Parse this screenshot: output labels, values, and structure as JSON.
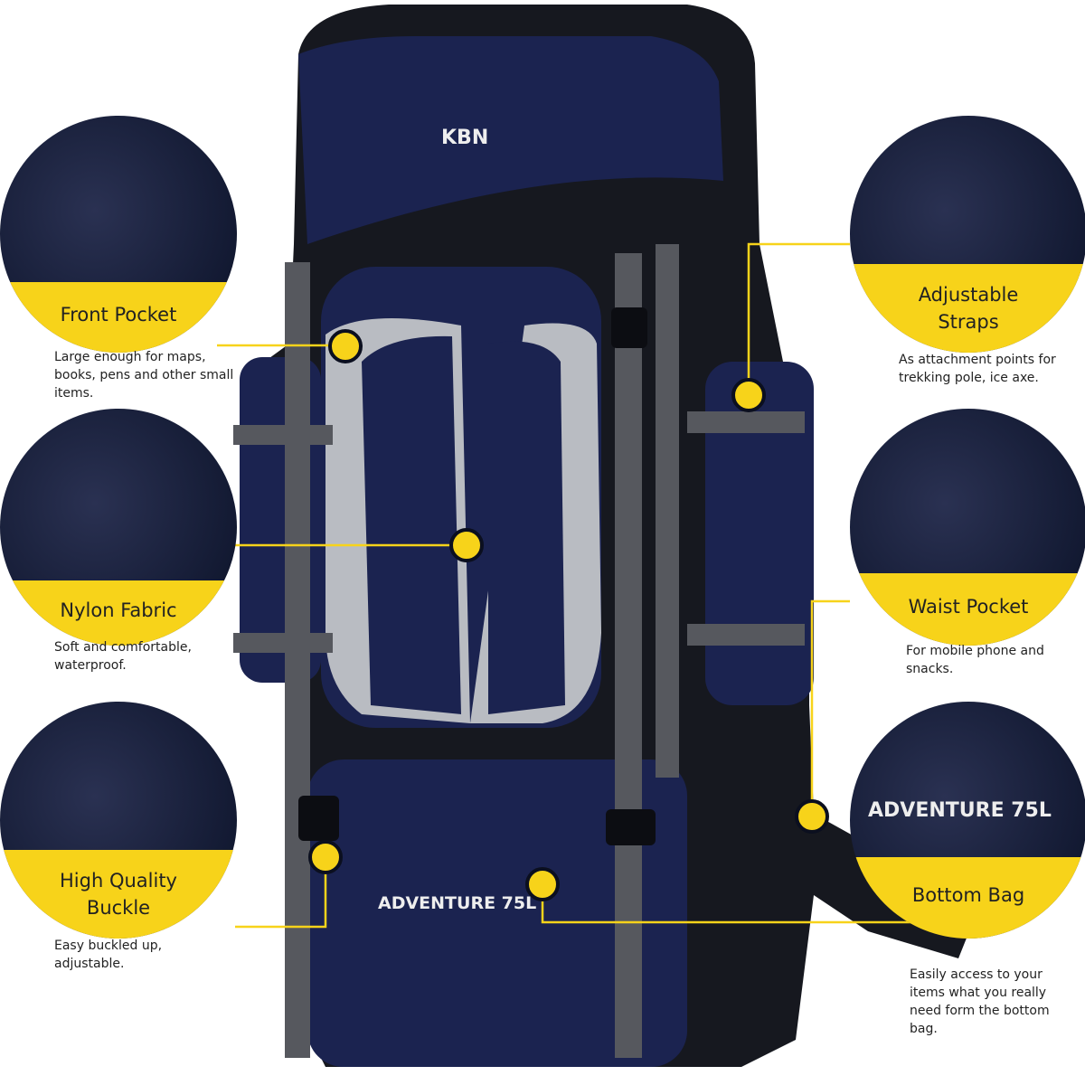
{
  "brand_logo": "KBN",
  "bag_label": "ADVENTURE 75L",
  "accent_color": "#f7d31a",
  "bag_color": "#1b2350",
  "features_left": [
    {
      "title": "Front Pocket",
      "description": "Large enough for maps, books, pens and other small items."
    },
    {
      "title": "Nylon Fabric",
      "description": "Soft and comfortable, waterproof."
    },
    {
      "title": "High Quality Buckle",
      "description": "Easy buckled up, adjustable."
    }
  ],
  "features_right": [
    {
      "title": "Adjustable Straps",
      "description": "As attachment points for trekking pole, ice axe."
    },
    {
      "title": "Waist Pocket",
      "description": "For mobile phone and snacks."
    },
    {
      "title": "Bottom Bag",
      "description": "Easily access to your items what you really need form the bottom bag.",
      "detail_label": "ADVENTURE 75L"
    }
  ]
}
